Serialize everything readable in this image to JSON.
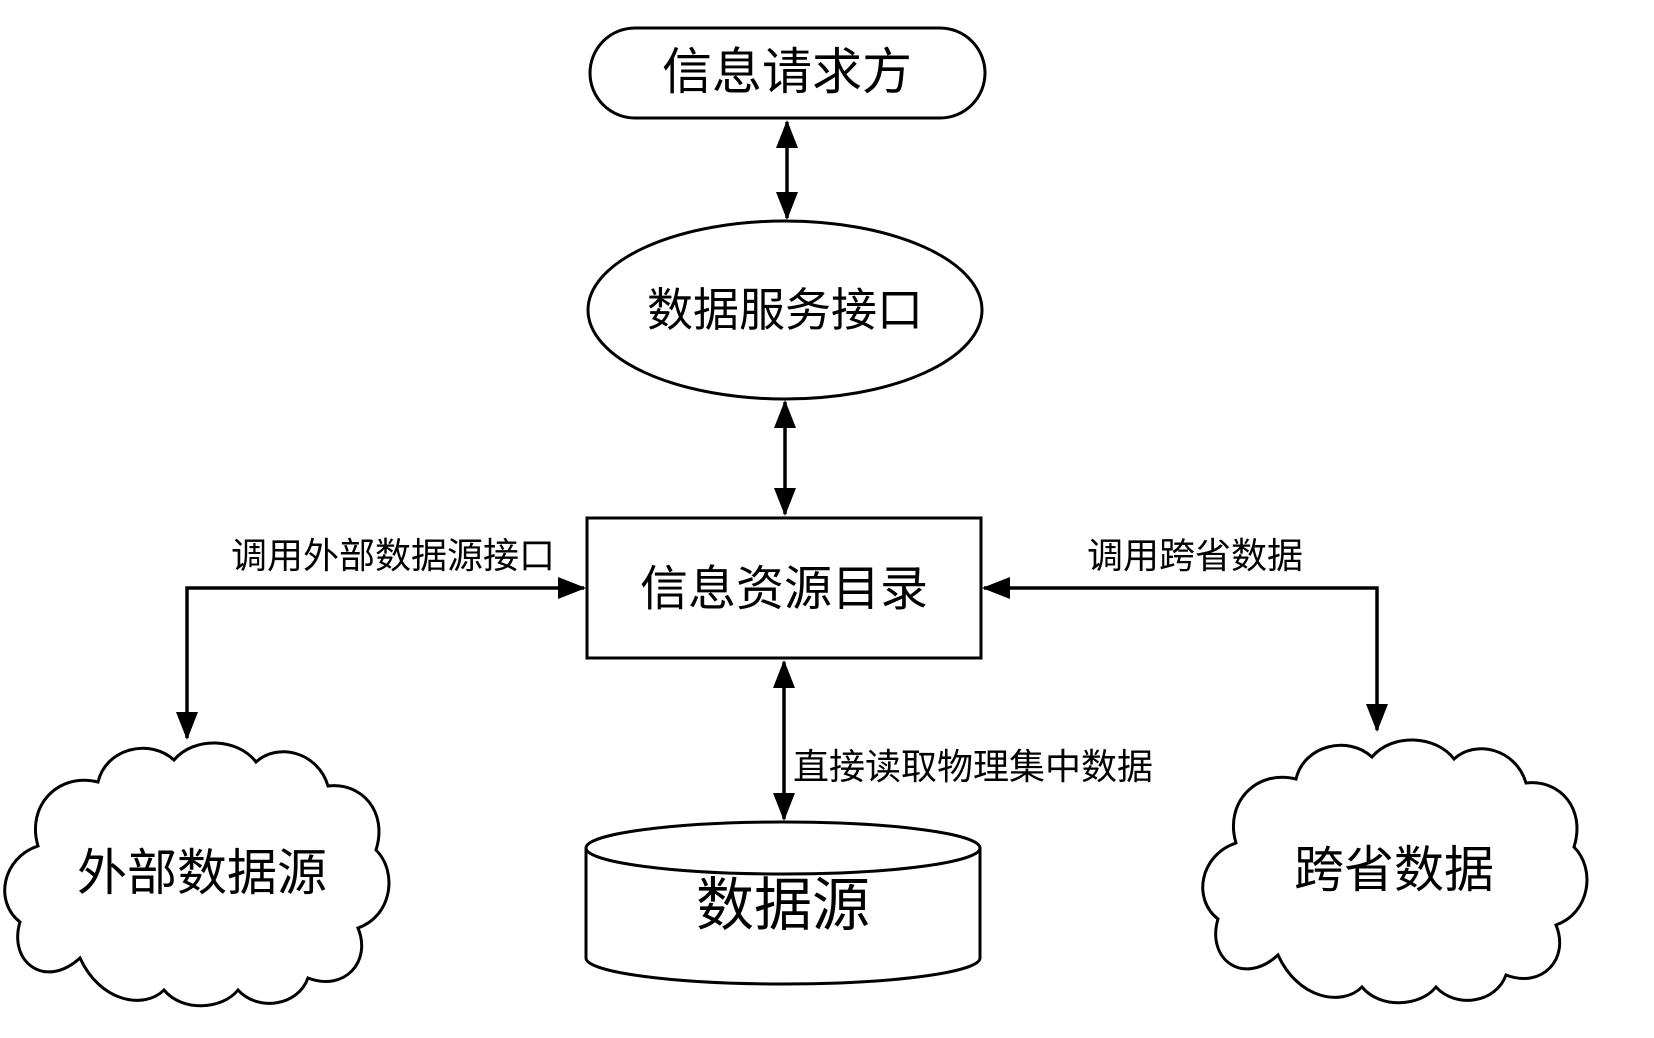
{
  "diagram": {
    "type": "architecture-flow-diagram",
    "colors": {
      "stroke": "#000000",
      "fill": "#ffffff",
      "text": "#000000",
      "background": "#ffffff"
    },
    "nodes": {
      "requester": {
        "label": "信息请求方",
        "shape": "stadium"
      },
      "service_interface": {
        "label": "数据服务接口",
        "shape": "ellipse"
      },
      "resource_catalog": {
        "label": "信息资源目录",
        "shape": "rectangle"
      },
      "data_source": {
        "label": "数据源",
        "shape": "cylinder"
      },
      "external_source": {
        "label": "外部数据源",
        "shape": "cloud"
      },
      "cross_province": {
        "label": "跨省数据",
        "shape": "cloud"
      }
    },
    "edges": [
      {
        "from": "requester",
        "to": "service_interface",
        "style": "double-arrow",
        "label": ""
      },
      {
        "from": "service_interface",
        "to": "resource_catalog",
        "style": "double-arrow",
        "label": ""
      },
      {
        "from": "resource_catalog",
        "to": "data_source",
        "style": "double-arrow",
        "label": "直接读取物理集中数据"
      },
      {
        "from": "external_source",
        "to": "resource_catalog",
        "style": "elbow-double-arrow",
        "label": "调用外部数据源接口"
      },
      {
        "from": "cross_province",
        "to": "resource_catalog",
        "style": "elbow-double-arrow",
        "label": "调用跨省数据"
      }
    ]
  }
}
